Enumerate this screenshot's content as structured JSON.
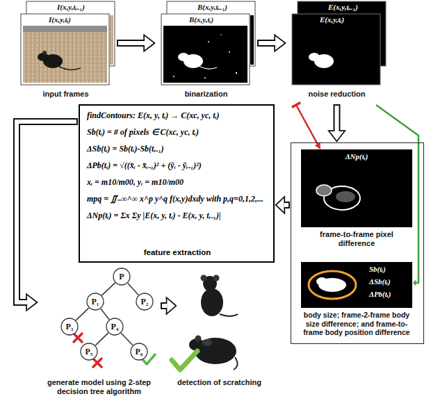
{
  "diagram": {
    "nodes": [
      {
        "text": [
          "I(x,y,tᵢ₋₁)",
          "I(x,y,tᵢ)",
          "input frames"
        ]
      },
      {
        "text": [
          "B(x,y,tᵢ₋₁)",
          "B(x,y,tᵢ)",
          "binarization"
        ]
      },
      {
        "text": [
          "E(x,y,tᵢ₋₁)",
          "E(x,y,tᵢ)",
          "noise reduction"
        ]
      },
      {
        "text": []
      },
      {
        "text": [
          "ΔNp(tᵢ)",
          "frame-to-frame pixel difference"
        ],
        "in": 3
      },
      {
        "text": [
          "Sb(tᵢ)",
          "ΔSb(tᵢ)",
          "ΔPb(tᵢ)",
          "body size; frame-2-frame body size difference; and frame-to-frame body position difference"
        ],
        "in": 3
      },
      {
        "text": [
          "findContours: E(x, y, tᵢ) → C(xc, yc, tᵢ)",
          "Sb(tᵢ) = # of pixels ∈ C(xc, yc, tᵢ)",
          "ΔSb(tᵢ) = Sb(tᵢ)-Sb(tᵢ₋₁)",
          "ΔPb(tᵢ) = √((x̄ᵢ - x̄ᵢ₋₁)² + (ȳᵢ - ȳᵢ₋₁)²)",
          "xᵢ = m10/m00, yᵢ = m10/m00",
          "mpq = ∬₋∞^∞ x^p y^q f(x,y)dxdy with p,q=0,1,2,...",
          "ΔNp(tᵢ) = Σx Σy |E(x, y, tᵢ) - E(x, y, tᵢ₋₁)|",
          "feature extraction"
        ]
      },
      {
        "text": [
          "generate model using 2-step decision tree algorithm"
        ]
      },
      {
        "text": [
          "P"
        ],
        "in": 7
      },
      {
        "text": [
          "P₁"
        ],
        "in": 7
      },
      {
        "text": [
          "P₂"
        ],
        "in": 7
      },
      {
        "text": [
          "P₃"
        ],
        "in": 7
      },
      {
        "text": [
          "P₄"
        ],
        "in": 7
      },
      {
        "text": [
          "P₅"
        ],
        "in": 7
      },
      {
        "text": [
          "P₆"
        ],
        "in": 7
      },
      {
        "text": [
          "detection of scratching"
        ]
      }
    ],
    "edges": [
      {
        "from": 0,
        "to": 1,
        "arrow": "to"
      },
      {
        "from": 1,
        "to": 2,
        "arrow": "to"
      },
      {
        "from": 2,
        "to": 3,
        "arrow": "to"
      },
      {
        "from": 2,
        "to": 4,
        "arrow": "to"
      },
      {
        "from": 2,
        "to": 5,
        "arrow": "to"
      },
      {
        "from": 3,
        "to": 6,
        "arrow": "to"
      },
      {
        "from": 6,
        "to": 7,
        "arrow": "to"
      },
      {
        "from": 7,
        "to": 15,
        "arrow": "to"
      },
      {
        "from": 8,
        "to": 9,
        "arrow": "none"
      },
      {
        "from": 8,
        "to": 10,
        "arrow": "none"
      },
      {
        "from": 9,
        "to": 11,
        "arrow": "none"
      },
      {
        "from": 9,
        "to": 12,
        "arrow": "none"
      },
      {
        "from": 12,
        "to": 13,
        "arrow": "none"
      },
      {
        "from": 12,
        "to": 14,
        "arrow": "none"
      }
    ]
  }
}
